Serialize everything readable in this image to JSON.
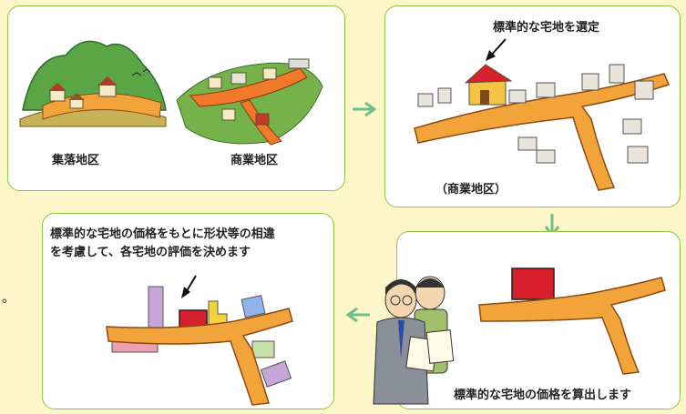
{
  "panels": {
    "top_left": {
      "label_left": "集落地区",
      "label_right": "商業地区"
    },
    "top_right": {
      "caption": "標準的な宅地を選定",
      "label": "（商業地区）"
    },
    "bottom_right": {
      "caption": "標準的な宅地の価格を算出します"
    },
    "bottom_left": {
      "caption_line1": "標準的な宅地の価格をもとに形状等の相違",
      "caption_line2": "を考慮して、各宅地の評価を決めます"
    }
  },
  "side_mark": "。",
  "colors": {
    "border": "#8cc63e",
    "arrow": "#6cc08a",
    "background": "#fdf6c8",
    "road": "#f2a33a",
    "selected_lot": "#d8202c"
  }
}
